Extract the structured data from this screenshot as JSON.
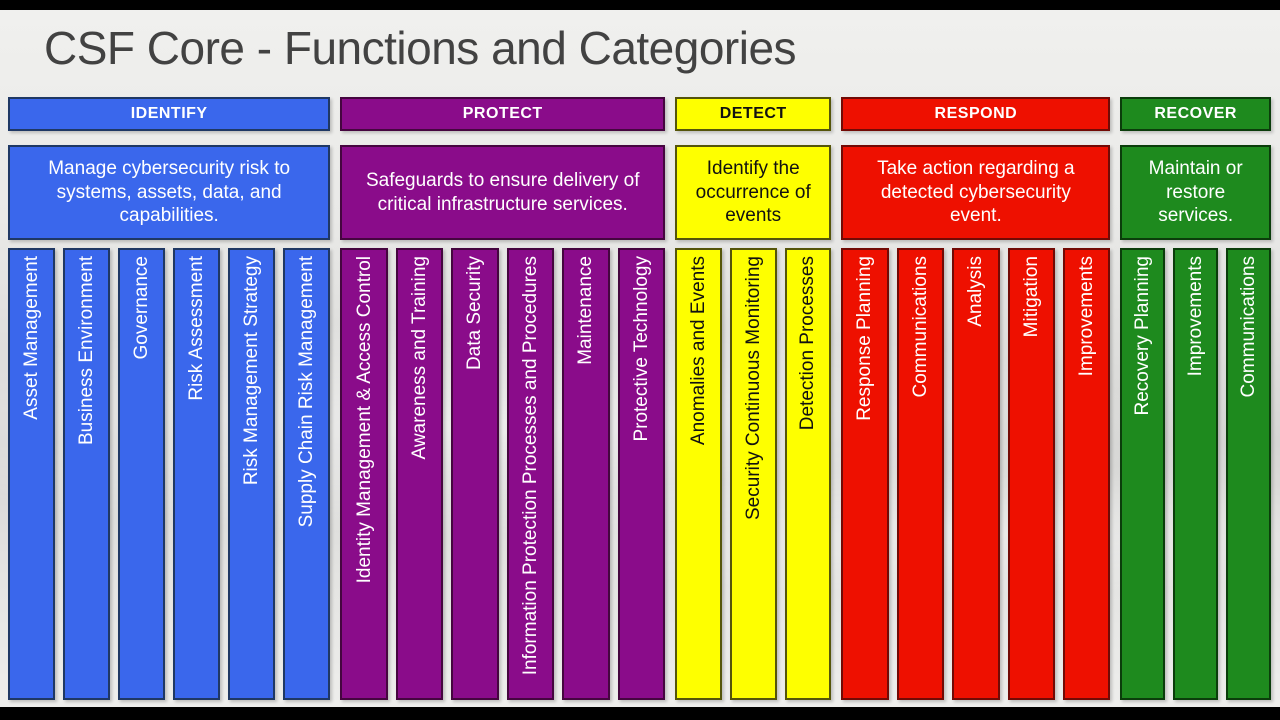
{
  "title": "CSF Core - Functions and Categories",
  "functions": [
    {
      "id": "identify",
      "label": "IDENTIFY",
      "description": "Manage cybersecurity risk to systems, assets, data, and capabilities.",
      "fill": "#3A67EC",
      "border": "#1F3864",
      "text_color": "#FFFFFF",
      "categories": [
        "Asset Management",
        "Business Environment",
        "Governance",
        "Risk Assessment",
        "Risk Management Strategy",
        "Supply Chain Risk Management"
      ]
    },
    {
      "id": "protect",
      "label": "PROTECT",
      "description": "Safeguards to ensure delivery of critical infrastructure services.",
      "fill": "#8A0C8A",
      "border": "#45063F",
      "text_color": "#FFFFFF",
      "categories": [
        "Identity Management & Access Control",
        "Awareness and Training",
        "Data Security",
        "Information Protection Processes and Procedures",
        "Maintenance",
        "Protective Technology"
      ]
    },
    {
      "id": "detect",
      "label": "DETECT",
      "description": "Identify the occurrence of events",
      "fill": "#FEFF00",
      "border": "#55550A",
      "text_color": "#111111",
      "categories": [
        "Anomalies and Events",
        "Security Continuous Monitoring",
        "Detection Processes"
      ]
    },
    {
      "id": "respond",
      "label": "RESPOND",
      "description": "Take action regarding a detected cybersecurity event.",
      "fill": "#EE1000",
      "border": "#720A05",
      "text_color": "#FFFFFF",
      "categories": [
        "Response Planning",
        "Communications",
        "Analysis",
        "Mitigation",
        "Improvements"
      ]
    },
    {
      "id": "recover",
      "label": "RECOVER",
      "description": "Maintain or restore services.",
      "fill": "#1E8A1E",
      "border": "#0B3D0B",
      "text_color": "#FFFFFF",
      "categories": [
        "Recovery Planning",
        "Improvements",
        "Communications"
      ]
    }
  ]
}
